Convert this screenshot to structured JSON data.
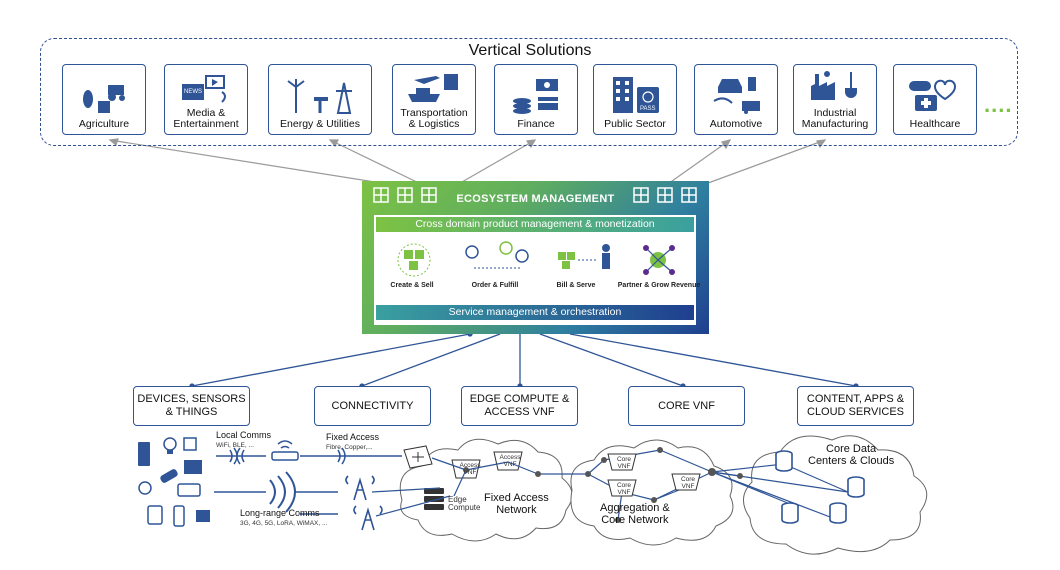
{
  "vertical": {
    "title": "Vertical Solutions",
    "more": "....",
    "tiles": [
      {
        "line1": "Agriculture",
        "line2": ""
      },
      {
        "line1": "Media &",
        "line2": "Entertainment"
      },
      {
        "line1": "Energy & Utilities",
        "line2": ""
      },
      {
        "line1": "Transportation",
        "line2": "& Logistics"
      },
      {
        "line1": "Finance",
        "line2": ""
      },
      {
        "line1": "Public Sector",
        "line2": ""
      },
      {
        "line1": "Automotive",
        "line2": ""
      },
      {
        "line1": "Industrial",
        "line2": "Manufacturing"
      },
      {
        "line1": "Healthcare",
        "line2": ""
      }
    ],
    "news_icon_text": "NEWS",
    "pass_icon_text": "PASS"
  },
  "ecosystem": {
    "title": "ECOSYSTEM MANAGEMENT",
    "top_bar": "Cross domain product management & monetization",
    "bottom_bar": "Service management & orchestration",
    "items": [
      "Create & Sell",
      "Order & Fulfill",
      "Bill & Serve",
      "Partner & Grow Revenue"
    ]
  },
  "categories": [
    {
      "line1": "DEVICES, SENSORS",
      "line2": "& THINGS"
    },
    {
      "line1": "CONNECTIVITY",
      "line2": ""
    },
    {
      "line1": "EDGE COMPUTE &",
      "line2": "ACCESS VNF"
    },
    {
      "line1": "CORE VNF",
      "line2": ""
    },
    {
      "line1": "CONTENT, APPS &",
      "line2": "CLOUD SERVICES"
    }
  ],
  "network": {
    "local_comms": "Local Comms",
    "local_comms_sub": "WiFi, BLE, ...",
    "fixed_access": "Fixed Access",
    "fixed_access_sub": "Fibre, Copper,...",
    "long_range": "Long-range Comms",
    "long_range_sub": "3G, 4G, 5G, LoRA, WiMAX, ...",
    "access_vnf_1": "Access",
    "access_vnf_2": "VNF",
    "edge_1": "Edge",
    "edge_2": "Compute",
    "fixed_network_1": "Fixed Access",
    "fixed_network_2": "Network",
    "core_vnf_1": "Core",
    "core_vnf_2": "VNF",
    "aggregation_1": "Aggregation &",
    "aggregation_2": "Core Network",
    "datacenter_1": "Core Data",
    "datacenter_2": "Centers & Clouds"
  },
  "colors": {
    "navy": "#2f5597",
    "green": "#7dc242",
    "blue_dark": "#1f3f8f"
  }
}
